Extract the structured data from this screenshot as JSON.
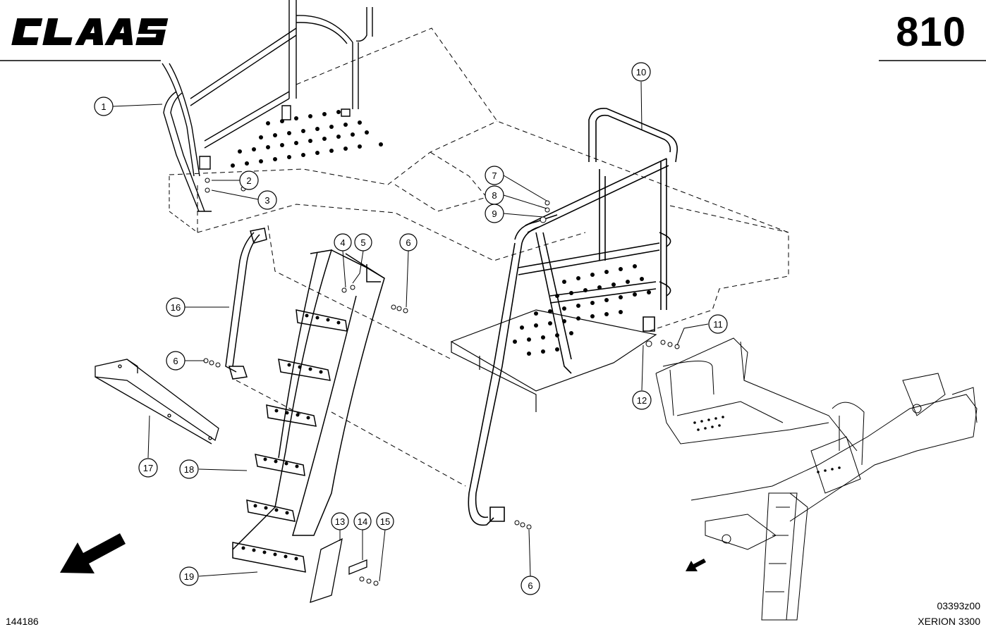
{
  "header": {
    "brand": "CLAAS",
    "page_number": "810"
  },
  "footer": {
    "sheet_id": "144186",
    "drawing_ref": "03393z00",
    "model": "XERION 3300"
  },
  "callouts": [
    {
      "label": "1"
    },
    {
      "label": "2"
    },
    {
      "label": "3"
    },
    {
      "label": "4"
    },
    {
      "label": "5"
    },
    {
      "label": "6"
    },
    {
      "label": "6"
    },
    {
      "label": "6"
    },
    {
      "label": "7"
    },
    {
      "label": "8"
    },
    {
      "label": "9"
    },
    {
      "label": "10"
    },
    {
      "label": "11"
    },
    {
      "label": "12"
    },
    {
      "label": "13"
    },
    {
      "label": "14"
    },
    {
      "label": "15"
    },
    {
      "label": "16"
    },
    {
      "label": "17"
    },
    {
      "label": "18"
    },
    {
      "label": "19"
    }
  ],
  "icons": {
    "direction": "forward-arrow-icon",
    "overview": "machine-overview-icon"
  }
}
